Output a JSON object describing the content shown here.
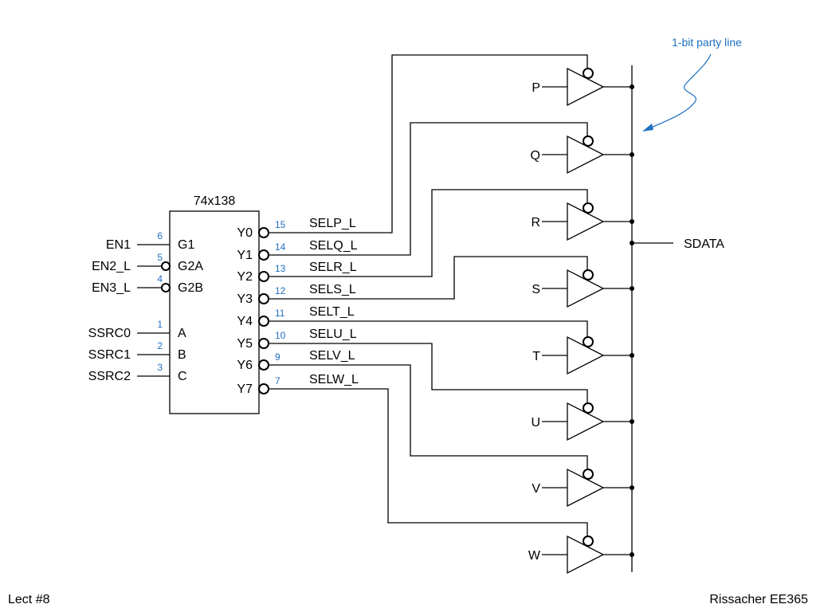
{
  "decoder": {
    "part": "74x138",
    "inputs": [
      {
        "signal": "EN1",
        "pin": "6",
        "name": "G1",
        "bubble": false
      },
      {
        "signal": "EN2_L",
        "pin": "5",
        "name": "G2A",
        "bubble": true
      },
      {
        "signal": "EN3_L",
        "pin": "4",
        "name": "G2B",
        "bubble": true
      },
      {
        "signal": "SSRC0",
        "pin": "1",
        "name": "A",
        "bubble": false
      },
      {
        "signal": "SSRC1",
        "pin": "2",
        "name": "B",
        "bubble": false
      },
      {
        "signal": "SSRC2",
        "pin": "3",
        "name": "C",
        "bubble": false
      }
    ],
    "outputs": [
      {
        "name": "Y0",
        "pin": "15",
        "signal": "SELP_L",
        "buffer": "P"
      },
      {
        "name": "Y1",
        "pin": "14",
        "signal": "SELQ_L",
        "buffer": "Q"
      },
      {
        "name": "Y2",
        "pin": "13",
        "signal": "SELR_L",
        "buffer": "R"
      },
      {
        "name": "Y3",
        "pin": "12",
        "signal": "SELS_L",
        "buffer": "S"
      },
      {
        "name": "Y4",
        "pin": "11",
        "signal": "SELT_L",
        "buffer": "T"
      },
      {
        "name": "Y5",
        "pin": "10",
        "signal": "SELU_L",
        "buffer": "U"
      },
      {
        "name": "Y6",
        "pin": "9",
        "signal": "SELV_L",
        "buffer": "V"
      },
      {
        "name": "Y7",
        "pin": "7",
        "signal": "SELW_L",
        "buffer": "W"
      }
    ]
  },
  "buffers": [
    "P",
    "Q",
    "R",
    "S",
    "T",
    "U",
    "V",
    "W"
  ],
  "bus": {
    "label": "SDATA"
  },
  "annotation": {
    "text": "1-bit party line",
    "color": "#1f6fc0"
  },
  "footer": {
    "left": "Lect #8",
    "right": "Rissacher EE365"
  }
}
